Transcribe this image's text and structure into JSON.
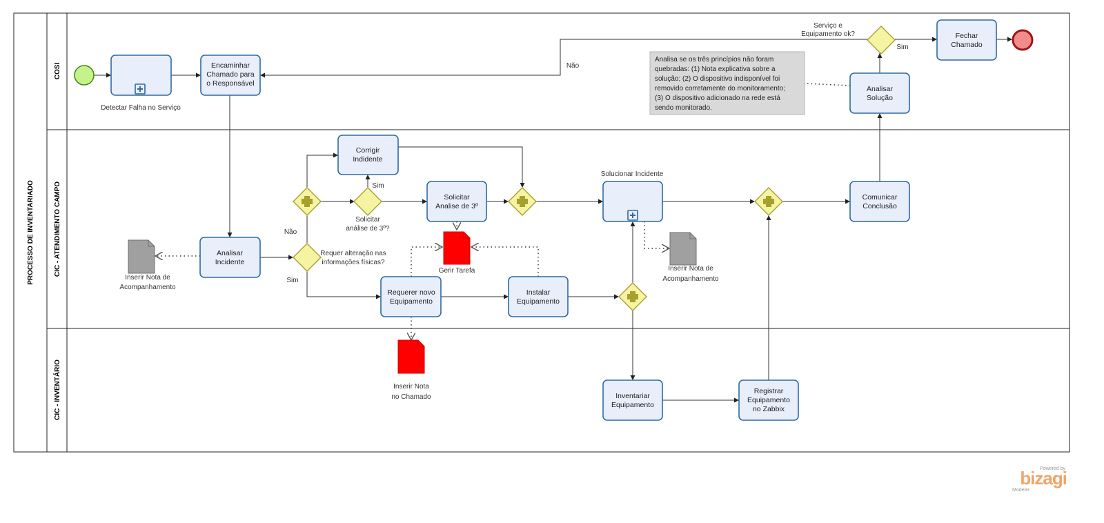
{
  "pool": {
    "title": "PROCESSO DE INVENTARIADO"
  },
  "lanes": [
    {
      "title": "COSI"
    },
    {
      "title": "CIC - ATENDIMENTO CAMPO"
    },
    {
      "title": "CIC - INVENTÁRIO"
    }
  ],
  "tasks": {
    "detectar": "Detectar Falha no Serviço",
    "encaminhar": [
      "Encaminhar",
      "Chamado para",
      "o Responsável"
    ],
    "fechar": [
      "Fechar",
      "Chamado"
    ],
    "analisar_solucao": [
      "Analisar",
      "Solução"
    ],
    "corrigir": [
      "Corrigir",
      "Indidente"
    ],
    "solicitar_analise": [
      "Solicitar",
      "Analise de 3º"
    ],
    "solucionar": "Solucionar Incidente",
    "comunicar": [
      "Comunicar",
      "Conclusão"
    ],
    "analisar_incidente": [
      "Analisar",
      "Incidente"
    ],
    "requerer": [
      "Requerer novo",
      "Equipamento"
    ],
    "instalar": [
      "Instalar",
      "Equipamento"
    ],
    "inventariar": [
      "Inventariar",
      "Equipamento"
    ],
    "registrar": [
      "Registrar",
      "Equipamento",
      "no Zabbix"
    ]
  },
  "gateways": {
    "servico_ok": [
      "Serviço e",
      "Equipamento ok?"
    ],
    "solicitar_3": [
      "Solicitar",
      "análise de  3º?"
    ],
    "requer_alteracao": [
      "Requer alteração nas",
      "informações físicas?"
    ]
  },
  "flow_labels": {
    "nao_cosi": "Não",
    "sim_cosi": "Sim",
    "sim_3": "Sim",
    "nao_alt": "Não",
    "sim_alt": "Sim"
  },
  "documents": {
    "gerir": "Gerir Tarefa",
    "nota_chamado": [
      "Inserir Nota",
      "no Chamado"
    ],
    "nota_acomp1": [
      "Inserir Nota de",
      "Acompanhamento"
    ],
    "nota_acomp2": [
      "Inserir Nota de",
      "Acompanhamento"
    ]
  },
  "annotation": [
    "Analisa se os três princípios não  foram",
    "quebradas: (1) Nota explicativa sobre a",
    "solução; (2) O dispositivo indisponível foi",
    "removido corretamente do monitoramento;",
    "(3) O dispositivo adicionado na rede está",
    "sendo monitorado."
  ],
  "branding": {
    "powered": "Powered by",
    "name": "bizagi",
    "product": "Modeler"
  },
  "colors": {
    "task_stroke": "#2e6aa5",
    "task_fill": "#e8eefa",
    "gateway": "#f6f3a3",
    "start": "#c5f28a",
    "end": "#f08c8c",
    "doc_red": "#ff0000"
  }
}
